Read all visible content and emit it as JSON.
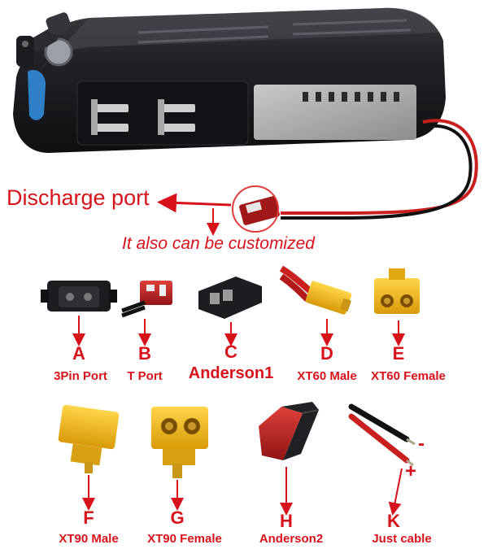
{
  "callouts": {
    "discharge_port": "Discharge port",
    "customized": "It also  can be customized"
  },
  "connectors": [
    {
      "letter": "A",
      "name": "3Pin Port",
      "icon": "3pin-port-icon"
    },
    {
      "letter": "B",
      "name": "T Port",
      "icon": "t-port-icon"
    },
    {
      "letter": "C",
      "name": "Anderson1",
      "icon": "anderson1-icon"
    },
    {
      "letter": "D",
      "name": "XT60 Male",
      "icon": "xt60-male-icon"
    },
    {
      "letter": "E",
      "name": "XT60 Female",
      "icon": "xt60-female-icon"
    },
    {
      "letter": "F",
      "name": "XT90 Male",
      "icon": "xt90-male-icon"
    },
    {
      "letter": "G",
      "name": "XT90 Female",
      "icon": "xt90-female-icon"
    },
    {
      "letter": "H",
      "name": "Anderson2",
      "icon": "anderson2-icon"
    },
    {
      "letter": "K",
      "name": "Just cable",
      "icon": "cable-icon"
    }
  ],
  "cable_polarity": {
    "negative": "-",
    "positive": "+"
  },
  "colors": {
    "accent": "#d8121a",
    "battery": "#1d1e21",
    "connector_yellow": "#f2b619",
    "wire_red": "#c91f1f"
  }
}
